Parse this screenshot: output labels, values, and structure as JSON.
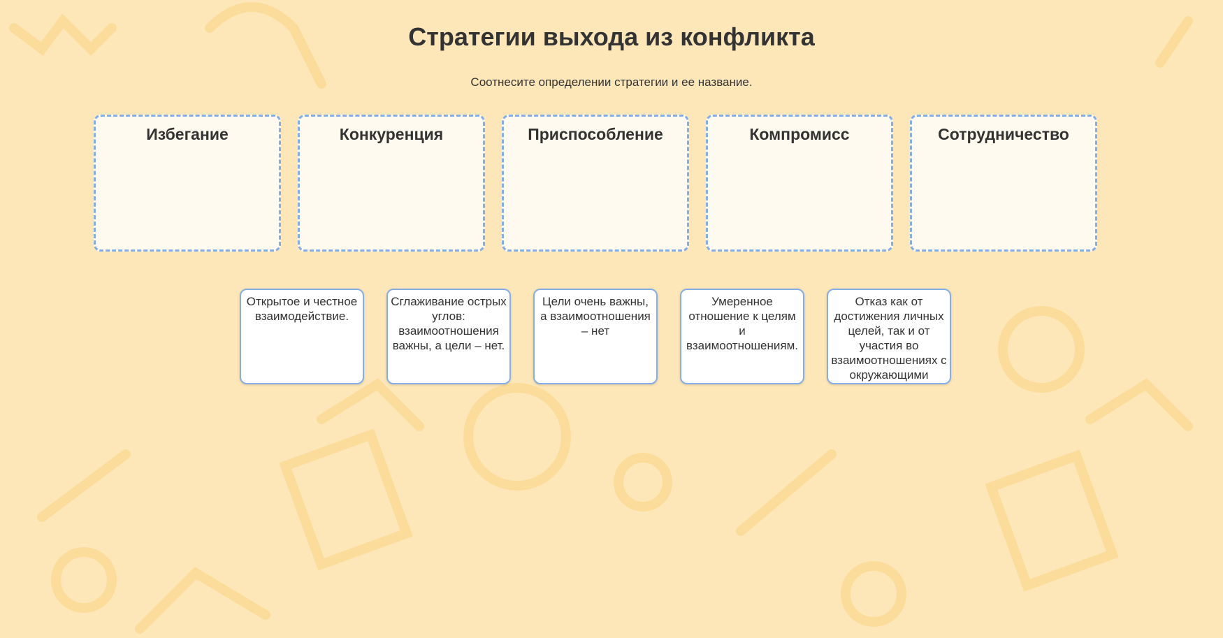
{
  "title": "Стратегии выхода из конфликта",
  "instruction": "Соотнесите определении стратегии и ее название.",
  "targets": [
    {
      "label": "Избегание"
    },
    {
      "label": "Конкуренция"
    },
    {
      "label": "Приспособление"
    },
    {
      "label": "Компромисс"
    },
    {
      "label": "Сотрудничество"
    }
  ],
  "cards": [
    {
      "text": "Открытое и честное взаимодействие."
    },
    {
      "text": "Сглаживание острых углов: взаимоотношения важны, а цели – нет."
    },
    {
      "text": "Цели очень важны, а взаимоотношения – нет"
    },
    {
      "text": "Умеренное отношение к целям и взаимоотношениям."
    },
    {
      "text": "Отказ как от достижения личных целей, так и от участия во взаимоотношениях с окружающими"
    }
  ],
  "colors": {
    "background": "#fde7b8",
    "border": "#85aee6",
    "text": "#333333"
  }
}
